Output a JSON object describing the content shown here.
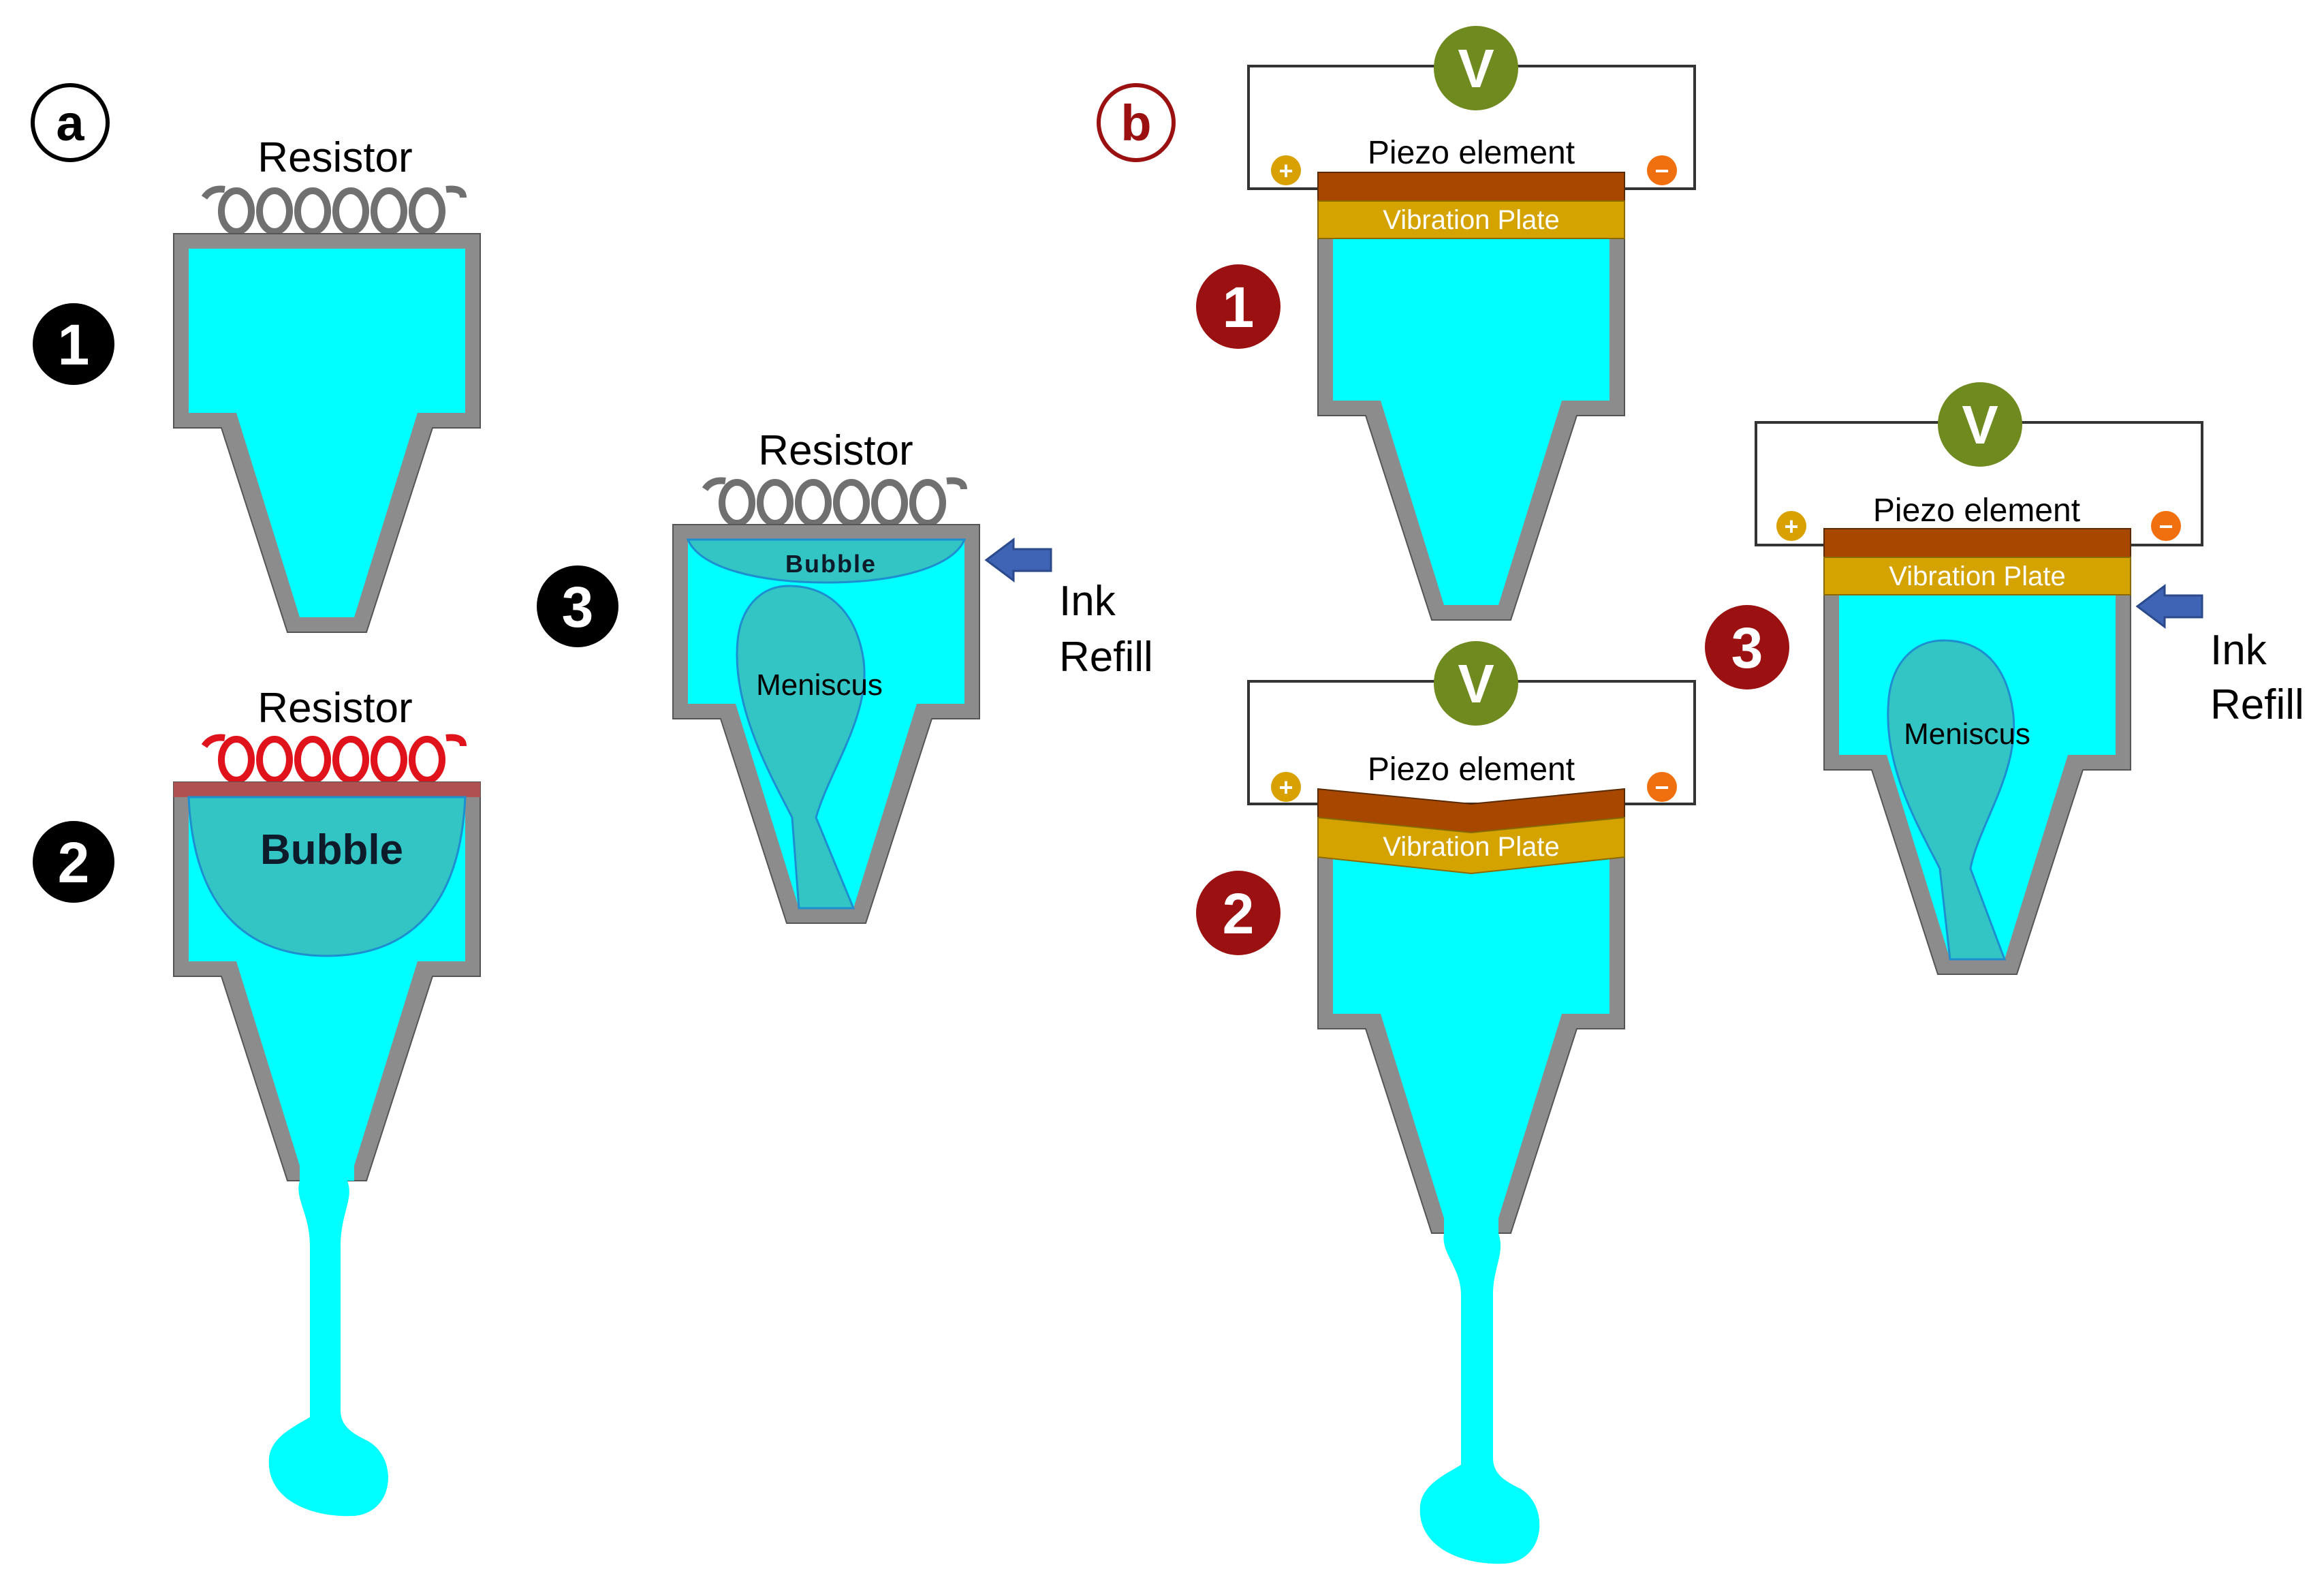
{
  "panels": {
    "a": {
      "label": "a",
      "steps": [
        {
          "number": "1",
          "resistor_label": "Resistor",
          "resistor_state": "off"
        },
        {
          "number": "2",
          "resistor_label": "Resistor",
          "resistor_state": "heated",
          "bubble_label": "Bubble"
        },
        {
          "number": "3",
          "resistor_label": "Resistor",
          "resistor_state": "off",
          "bubble_label": "Bubble",
          "meniscus_label": "Meniscus",
          "refill_label_1": "Ink",
          "refill_label_2": "Refill"
        }
      ]
    },
    "b": {
      "label": "b",
      "steps": [
        {
          "number": "1",
          "voltage_label": "V",
          "piezo_label": "Piezo element",
          "plate_label": "Vibration Plate",
          "plus": "+",
          "minus": "−"
        },
        {
          "number": "2",
          "voltage_label": "V",
          "piezo_label": "Piezo element",
          "plate_label": "Vibration Plate",
          "plus": "+",
          "minus": "−"
        },
        {
          "number": "3",
          "voltage_label": "V",
          "piezo_label": "Piezo element",
          "plate_label": "Vibration Plate",
          "plus": "+",
          "minus": "−",
          "meniscus_label": "Meniscus",
          "refill_label_1": "Ink",
          "refill_label_2": "Refill"
        }
      ]
    }
  },
  "colors": {
    "ink": "#00ffff",
    "wall": "#8c8c8c",
    "bubble": "#33c4c4",
    "coil_off": "#707070",
    "coil_hot": "#e0121b",
    "hot_plate": "#b05050",
    "piezo": "#a84800",
    "plate": "#d4a300",
    "volt": "#6f8a1e",
    "plus": "#d8a000",
    "minus": "#f07010",
    "step_a": "#000000",
    "step_b": "#9b1010",
    "arrow": "#3f64b5"
  }
}
